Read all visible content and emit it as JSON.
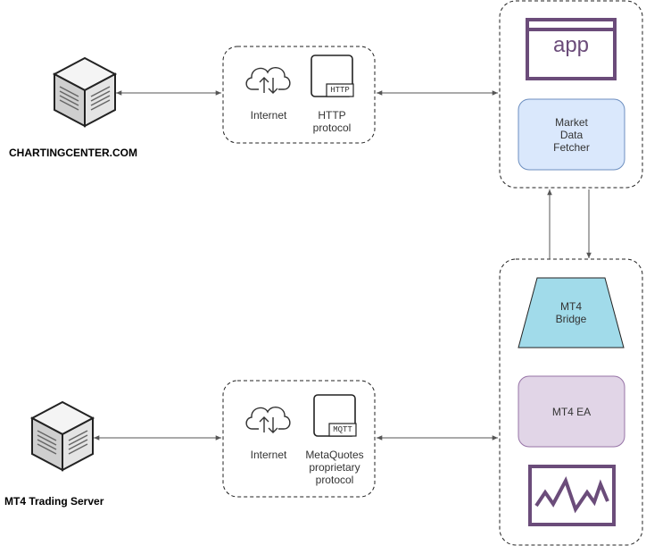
{
  "servers": {
    "top_label": "CHARTINGCENTER.COM",
    "bottom_label": "MT4 Trading Server"
  },
  "top_channel": {
    "internet_label": "Internet",
    "protocol_badge": "HTTP",
    "protocol_label": "HTTP\nprotocol"
  },
  "bottom_channel": {
    "internet_label": "Internet",
    "protocol_badge": "MQTT",
    "protocol_label": "MetaQuotes\nproprietary\nprotocol"
  },
  "app_group": {
    "app_icon_text": "app",
    "fetcher_label": "Market\nData\nFetcher"
  },
  "mt4_group": {
    "bridge_label": "MT4\nBridge",
    "ea_label": "MT4 EA"
  },
  "colors": {
    "purple": "#6b4c7a",
    "fetcher_fill": "#dae8fc",
    "fetcher_stroke": "#6c8ebf",
    "bridge_fill": "#a1dbea",
    "ea_fill": "#e1d5e7",
    "ea_stroke": "#9673a6",
    "line": "#555555"
  }
}
